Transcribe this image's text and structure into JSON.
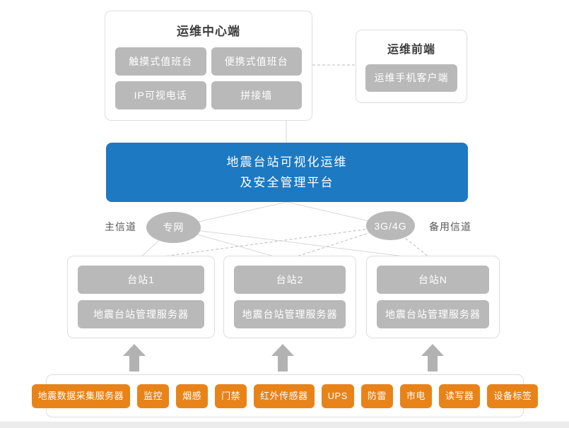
{
  "palette": {
    "platform_blue": "#1c79c2",
    "device_orange": "#e8831a",
    "node_gray": "#b9b9b9",
    "line_solid": "#d7d7d7",
    "line_dashed": "#c9c9c9"
  },
  "ops_center": {
    "title": "运维中心端",
    "items": [
      "触摸式值班台",
      "便携式值班台",
      "IP可视电话",
      "拼接墙"
    ]
  },
  "ops_frontend": {
    "title": "运维前端",
    "items": [
      "运维手机客户端"
    ]
  },
  "platform": {
    "line1": "地震台站可视化运维",
    "line2": "及安全管理平台"
  },
  "channels": {
    "primary": {
      "label": "主信道",
      "node": "专网"
    },
    "backup": {
      "label": "备用信道",
      "node": "3G/4G"
    }
  },
  "stations": [
    {
      "name": "台站1",
      "server": "地震台站管理服务器"
    },
    {
      "name": "台站2",
      "server": "地震台站管理服务器"
    },
    {
      "name": "台站N",
      "server": "地震台站管理服务器"
    }
  ],
  "devices": [
    "地震数据采集服务器",
    "监控",
    "烟感",
    "门禁",
    "红外传感器",
    "UPS",
    "防雷",
    "市电",
    "读写器",
    "设备标签"
  ]
}
